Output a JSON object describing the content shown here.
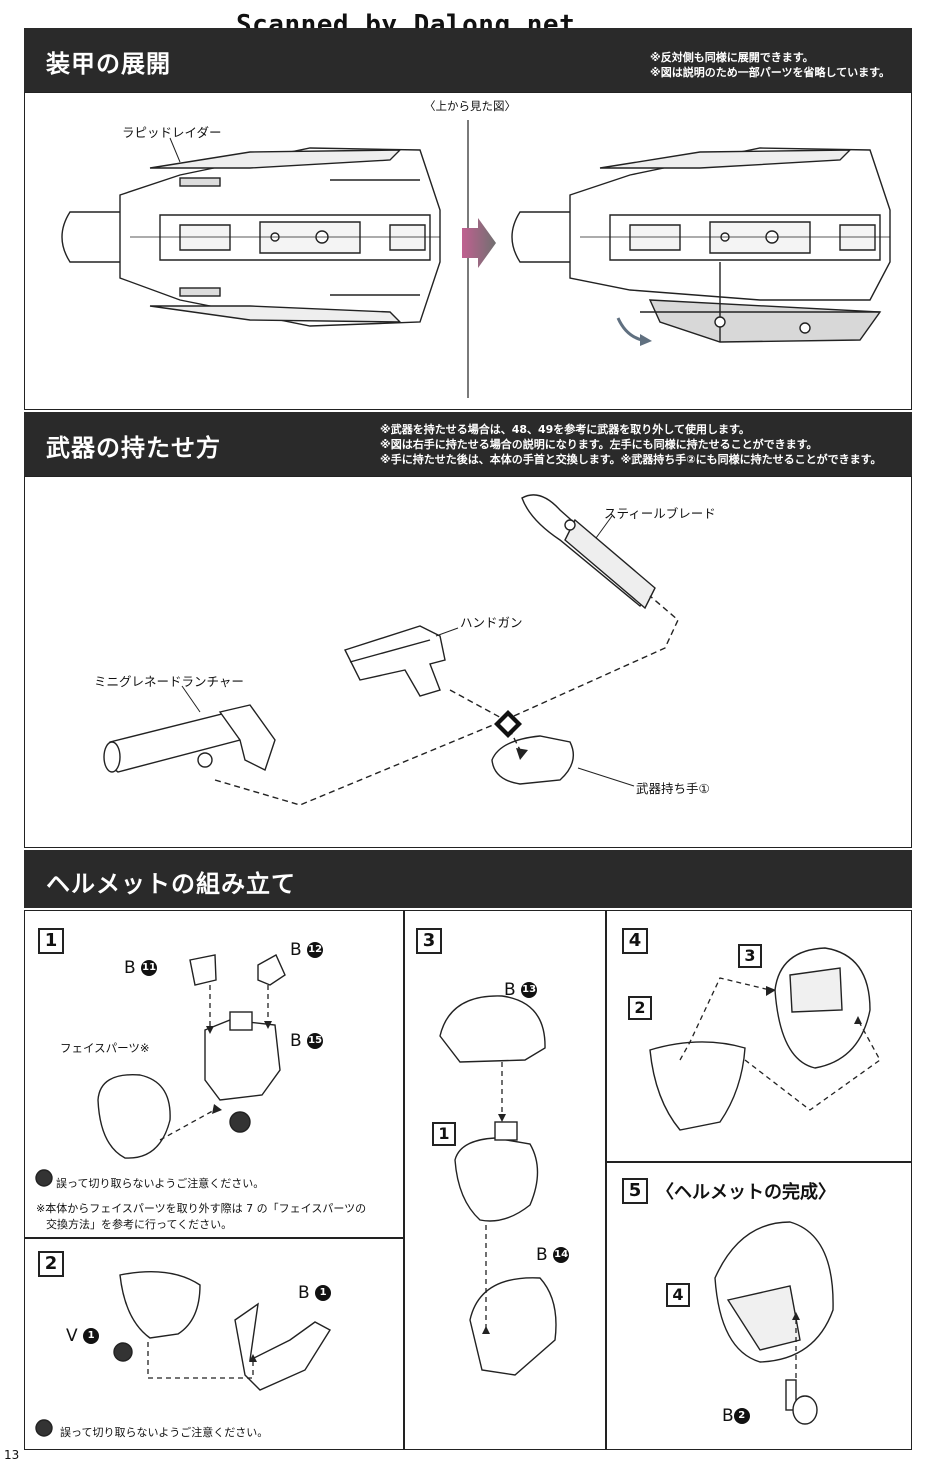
{
  "watermark": "Scanned by Dalong.net",
  "page_number": "13",
  "sec_armor": {
    "title": "装甲の展開",
    "notes": [
      "※反対側も同様に展開できます。",
      "※図は説明のため一部パーツを省略しています。"
    ],
    "view_label": "〈上から見た図〉",
    "part_label": "ラピッドレイダー"
  },
  "sec_weapon": {
    "title": "武器の持たせ方",
    "notes": [
      "※武器を持たせる場合は、48、49を参考に武器を取り外して使用します。",
      "※図は右手に持たせる場合の説明になります。左手にも同様に持たせることができます。",
      "※手に持たせた後は、本体の手首と交換します。※武器持ち手②にも同様に持たせることができます。"
    ],
    "labels": {
      "blade": "スティールブレード",
      "handgun": "ハンドガン",
      "launcher": "ミニグレネードランチャー",
      "hand": "武器持ち手①"
    }
  },
  "sec_helmet": {
    "title": "ヘルメットの組み立て",
    "step1": {
      "num": "1",
      "face_label": "フェイスパーツ※",
      "parts": {
        "b11": "11",
        "b12": "12",
        "b15": "15",
        "b_prefix": "B"
      },
      "caution": "誤って切り取らないようご注意ください。",
      "note_line1": "※本体からフェイスパーツを取り外す際は 7 の「フェイスパーツの",
      "note_line2": "交換方法」を参考に行ってください。"
    },
    "step2": {
      "num": "2",
      "parts": {
        "v_prefix": "V",
        "v1": "1",
        "b_prefix": "B",
        "b1": "1"
      },
      "caution": "誤って切り取らないようご注意ください。"
    },
    "step3": {
      "num": "3",
      "parts": {
        "b_prefix": "B",
        "b13": "13",
        "b14": "14"
      },
      "sub_ref": "1"
    },
    "step4": {
      "num": "4",
      "ref2": "2",
      "ref3": "3"
    },
    "step5": {
      "num": "5",
      "title": "〈ヘルメットの完成〉",
      "ref4": "4",
      "parts": {
        "b_prefix": "B",
        "b2": "2"
      }
    }
  },
  "colors": {
    "bar": "#2a2a2a",
    "arrow_gradient_start": "#c06090",
    "arrow_gradient_end": "#707070"
  }
}
